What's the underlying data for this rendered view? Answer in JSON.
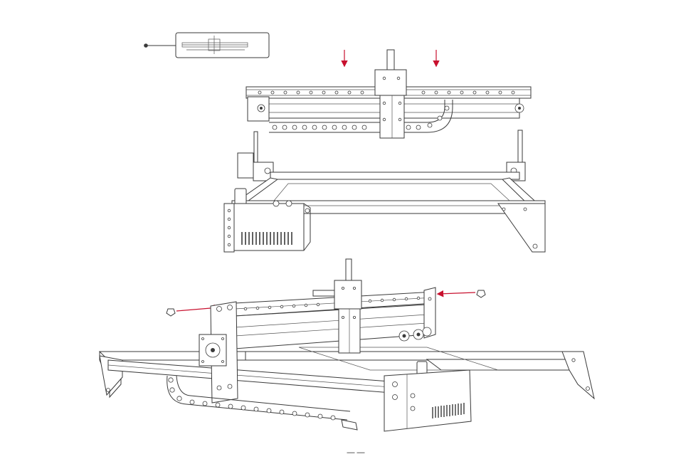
{
  "diagram": {
    "page_number": "— —",
    "colors": {
      "arrow": "#c8102e",
      "line": "#3a3a3a",
      "background": "#ffffff"
    },
    "steps": [
      {
        "name": "step-1-lower-x-axis-gantry",
        "arrows": 2
      },
      {
        "name": "step-2-fix-with-screws",
        "arrows": 2
      }
    ],
    "icons": [
      "detail-callout",
      "red-arrow",
      "screw",
      "laser-module",
      "drag-chain",
      "stepper-motor",
      "power-box"
    ]
  }
}
